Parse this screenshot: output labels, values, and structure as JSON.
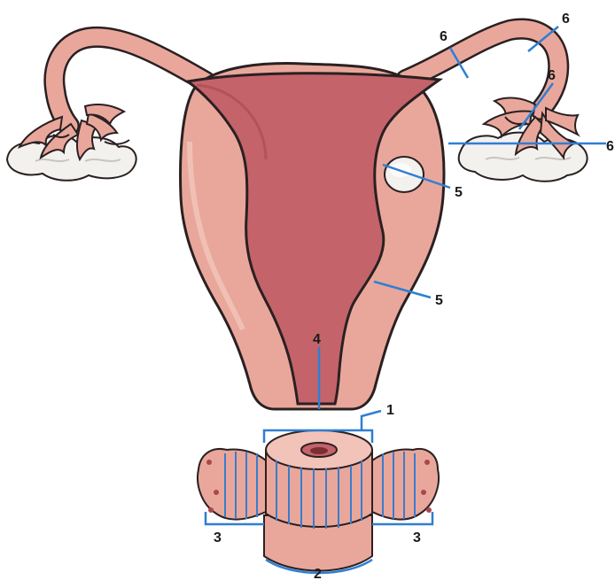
{
  "colors": {
    "outline": "#2a2022",
    "tissue": "#e9a79b",
    "tissue_light": "#f2c3b8",
    "tissue_dark": "#c98077",
    "cavity": "#c4636a",
    "cavity_dark": "#a9474f",
    "ovary": "#f3f1ee",
    "pointer": "#2f7fd2",
    "cervix_lines": "#3a7ccc"
  },
  "labels": {
    "cervix_section": "1",
    "external_os_edge": "2",
    "parametrium_left": "3",
    "parametrium_right": "3",
    "cervical_canal": "4",
    "myometrium_follicle": "5",
    "myometrium_wall": "5",
    "tube_isthmus": "6",
    "tube_ampulla": "6",
    "tube_fimbriae": "6",
    "ovary_edge": "6"
  }
}
